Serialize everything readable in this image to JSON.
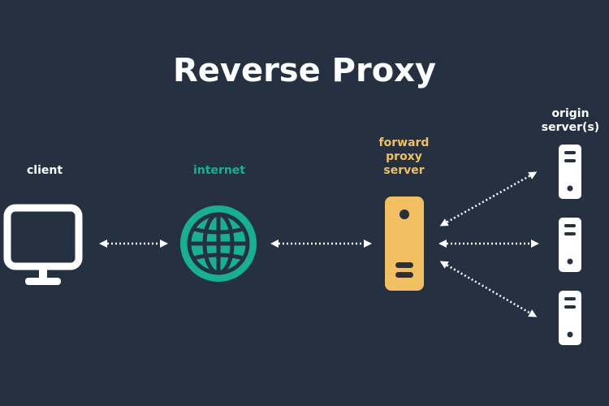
{
  "title": "Reverse Proxy",
  "nodes": {
    "client": "client",
    "internet": "internet",
    "proxy_line1": "forward",
    "proxy_line2": "proxy",
    "proxy_line3": "server",
    "origin_line1": "origin",
    "origin_line2": "server(s)"
  },
  "colors": {
    "background": "#253140",
    "internet": "#16b195",
    "proxy": "#f2bf62",
    "white": "#ffffff"
  }
}
